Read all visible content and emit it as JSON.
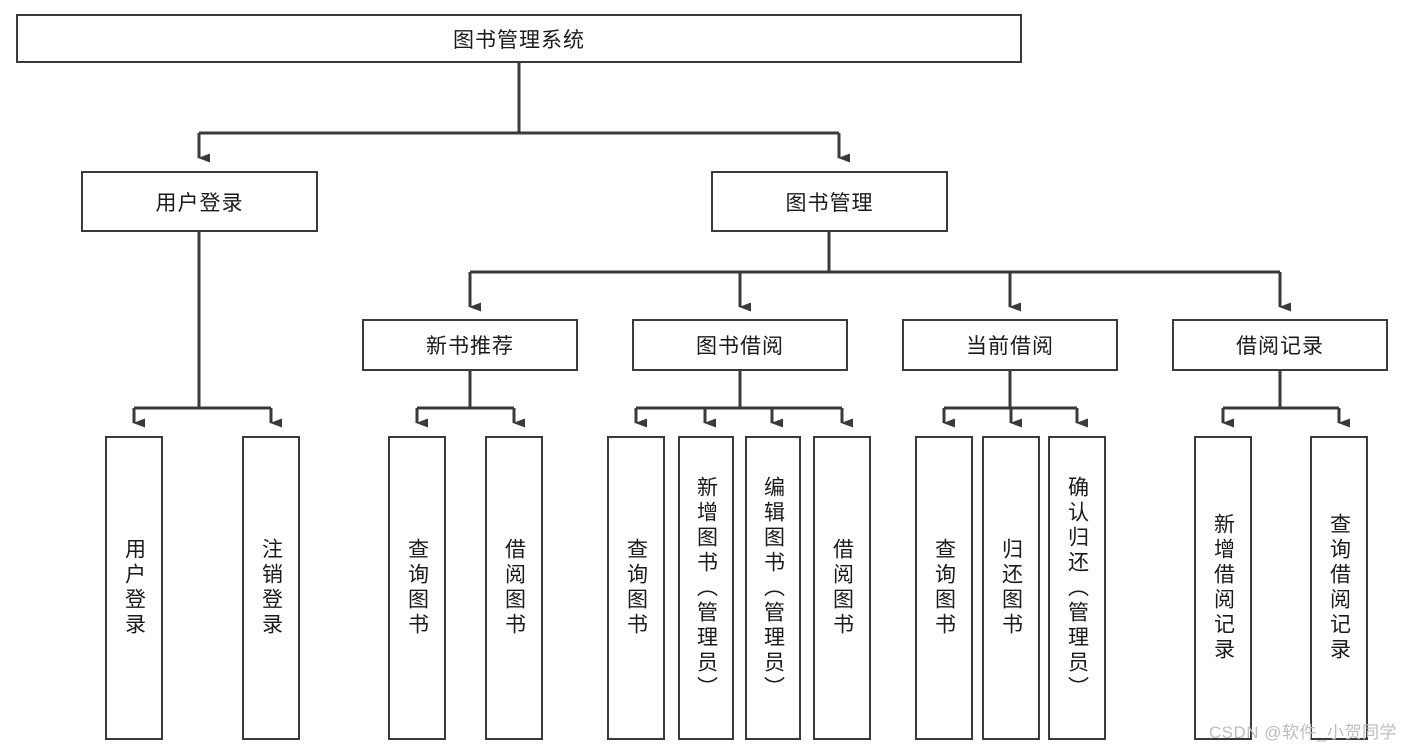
{
  "diagram": {
    "type": "tree",
    "title": "图书管理系统",
    "stroke_color": "#3a3a3a",
    "fill_color": "#ffffff",
    "text_color": "#1a1a1a",
    "nodes": {
      "root": {
        "label": "图书管理系统"
      },
      "level2": [
        {
          "id": "user-login",
          "label": "用户登录"
        },
        {
          "id": "book-manage",
          "label": "图书管理"
        }
      ],
      "level3": [
        {
          "id": "new-book-rec",
          "label": "新书推荐"
        },
        {
          "id": "book-borrow",
          "label": "图书借阅"
        },
        {
          "id": "current-borrow",
          "label": "当前借阅"
        },
        {
          "id": "borrow-record",
          "label": "借阅记录"
        }
      ],
      "leaves": [
        {
          "id": "leaf-user-login",
          "label": "用户登录",
          "parent": "user-login"
        },
        {
          "id": "leaf-user-logout",
          "label": "注销登录",
          "parent": "user-login"
        },
        {
          "id": "leaf-query-book-1",
          "label": "查询图书",
          "parent": "new-book-rec"
        },
        {
          "id": "leaf-borrow-book-1",
          "label": "借阅图书",
          "parent": "new-book-rec"
        },
        {
          "id": "leaf-query-book-2",
          "label": "查询图书",
          "parent": "book-borrow"
        },
        {
          "id": "leaf-add-book",
          "label": "新增图书（管理员）",
          "parent": "book-borrow"
        },
        {
          "id": "leaf-edit-book",
          "label": "编辑图书（管理员）",
          "parent": "book-borrow"
        },
        {
          "id": "leaf-borrow-book-2",
          "label": "借阅图书",
          "parent": "book-borrow"
        },
        {
          "id": "leaf-query-book-3",
          "label": "查询图书",
          "parent": "current-borrow"
        },
        {
          "id": "leaf-return-book",
          "label": "归还图书",
          "parent": "current-borrow"
        },
        {
          "id": "leaf-confirm-return",
          "label": "确认归还（管理员）",
          "parent": "current-borrow"
        },
        {
          "id": "leaf-add-record",
          "label": "新增借阅记录",
          "parent": "borrow-record"
        },
        {
          "id": "leaf-query-record",
          "label": "查询借阅记录",
          "parent": "borrow-record"
        }
      ]
    }
  },
  "watermark": {
    "text": "CSDN @软件_小贺同学"
  }
}
